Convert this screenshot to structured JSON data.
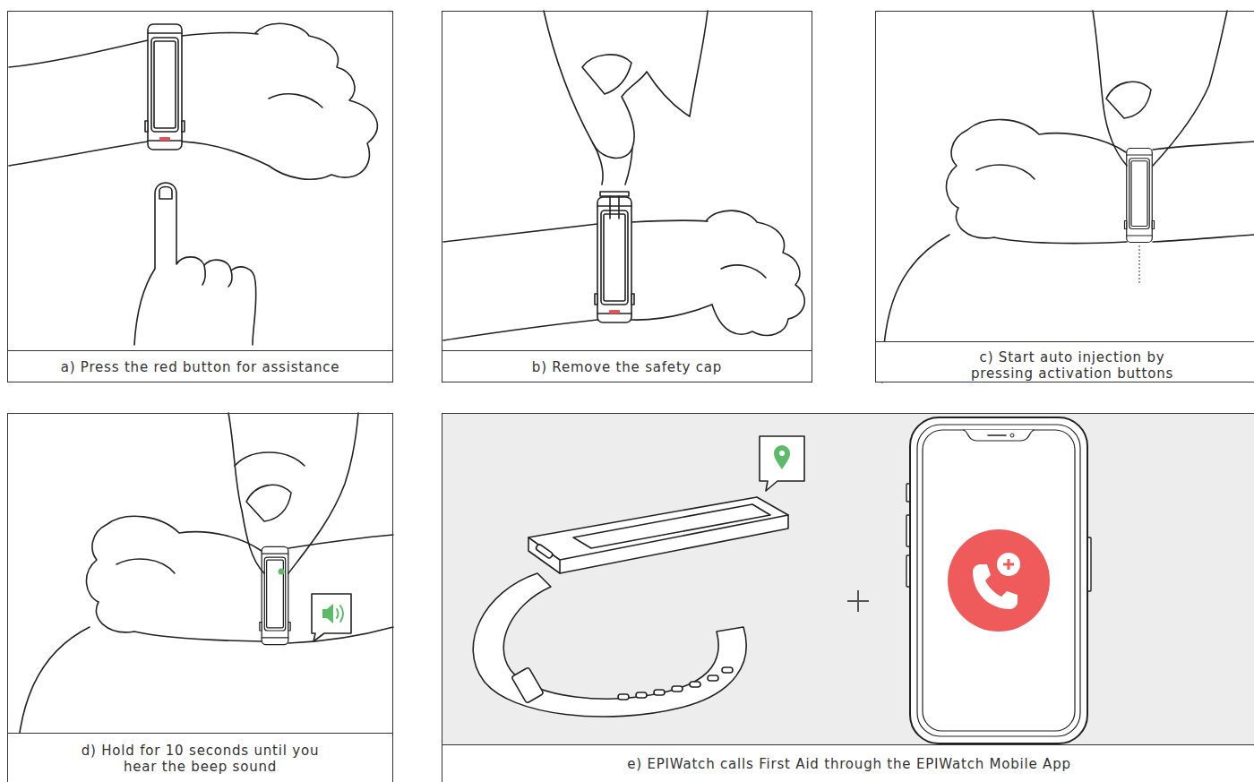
{
  "diagram": {
    "nodes": [
      {
        "text": [
          "a) Press the red button for assistance"
        ]
      },
      {
        "text": [
          "b) Remove the safety cap"
        ]
      },
      {
        "text": [
          "c) Start auto injection by pressing activation buttons"
        ]
      },
      {
        "text": [
          "d) Hold for 10 seconds until you hear the beep sound"
        ]
      },
      {
        "text": [
          "e) EPIWatch calls First Aid through the EPIWatch Mobile App"
        ]
      }
    ]
  }
}
